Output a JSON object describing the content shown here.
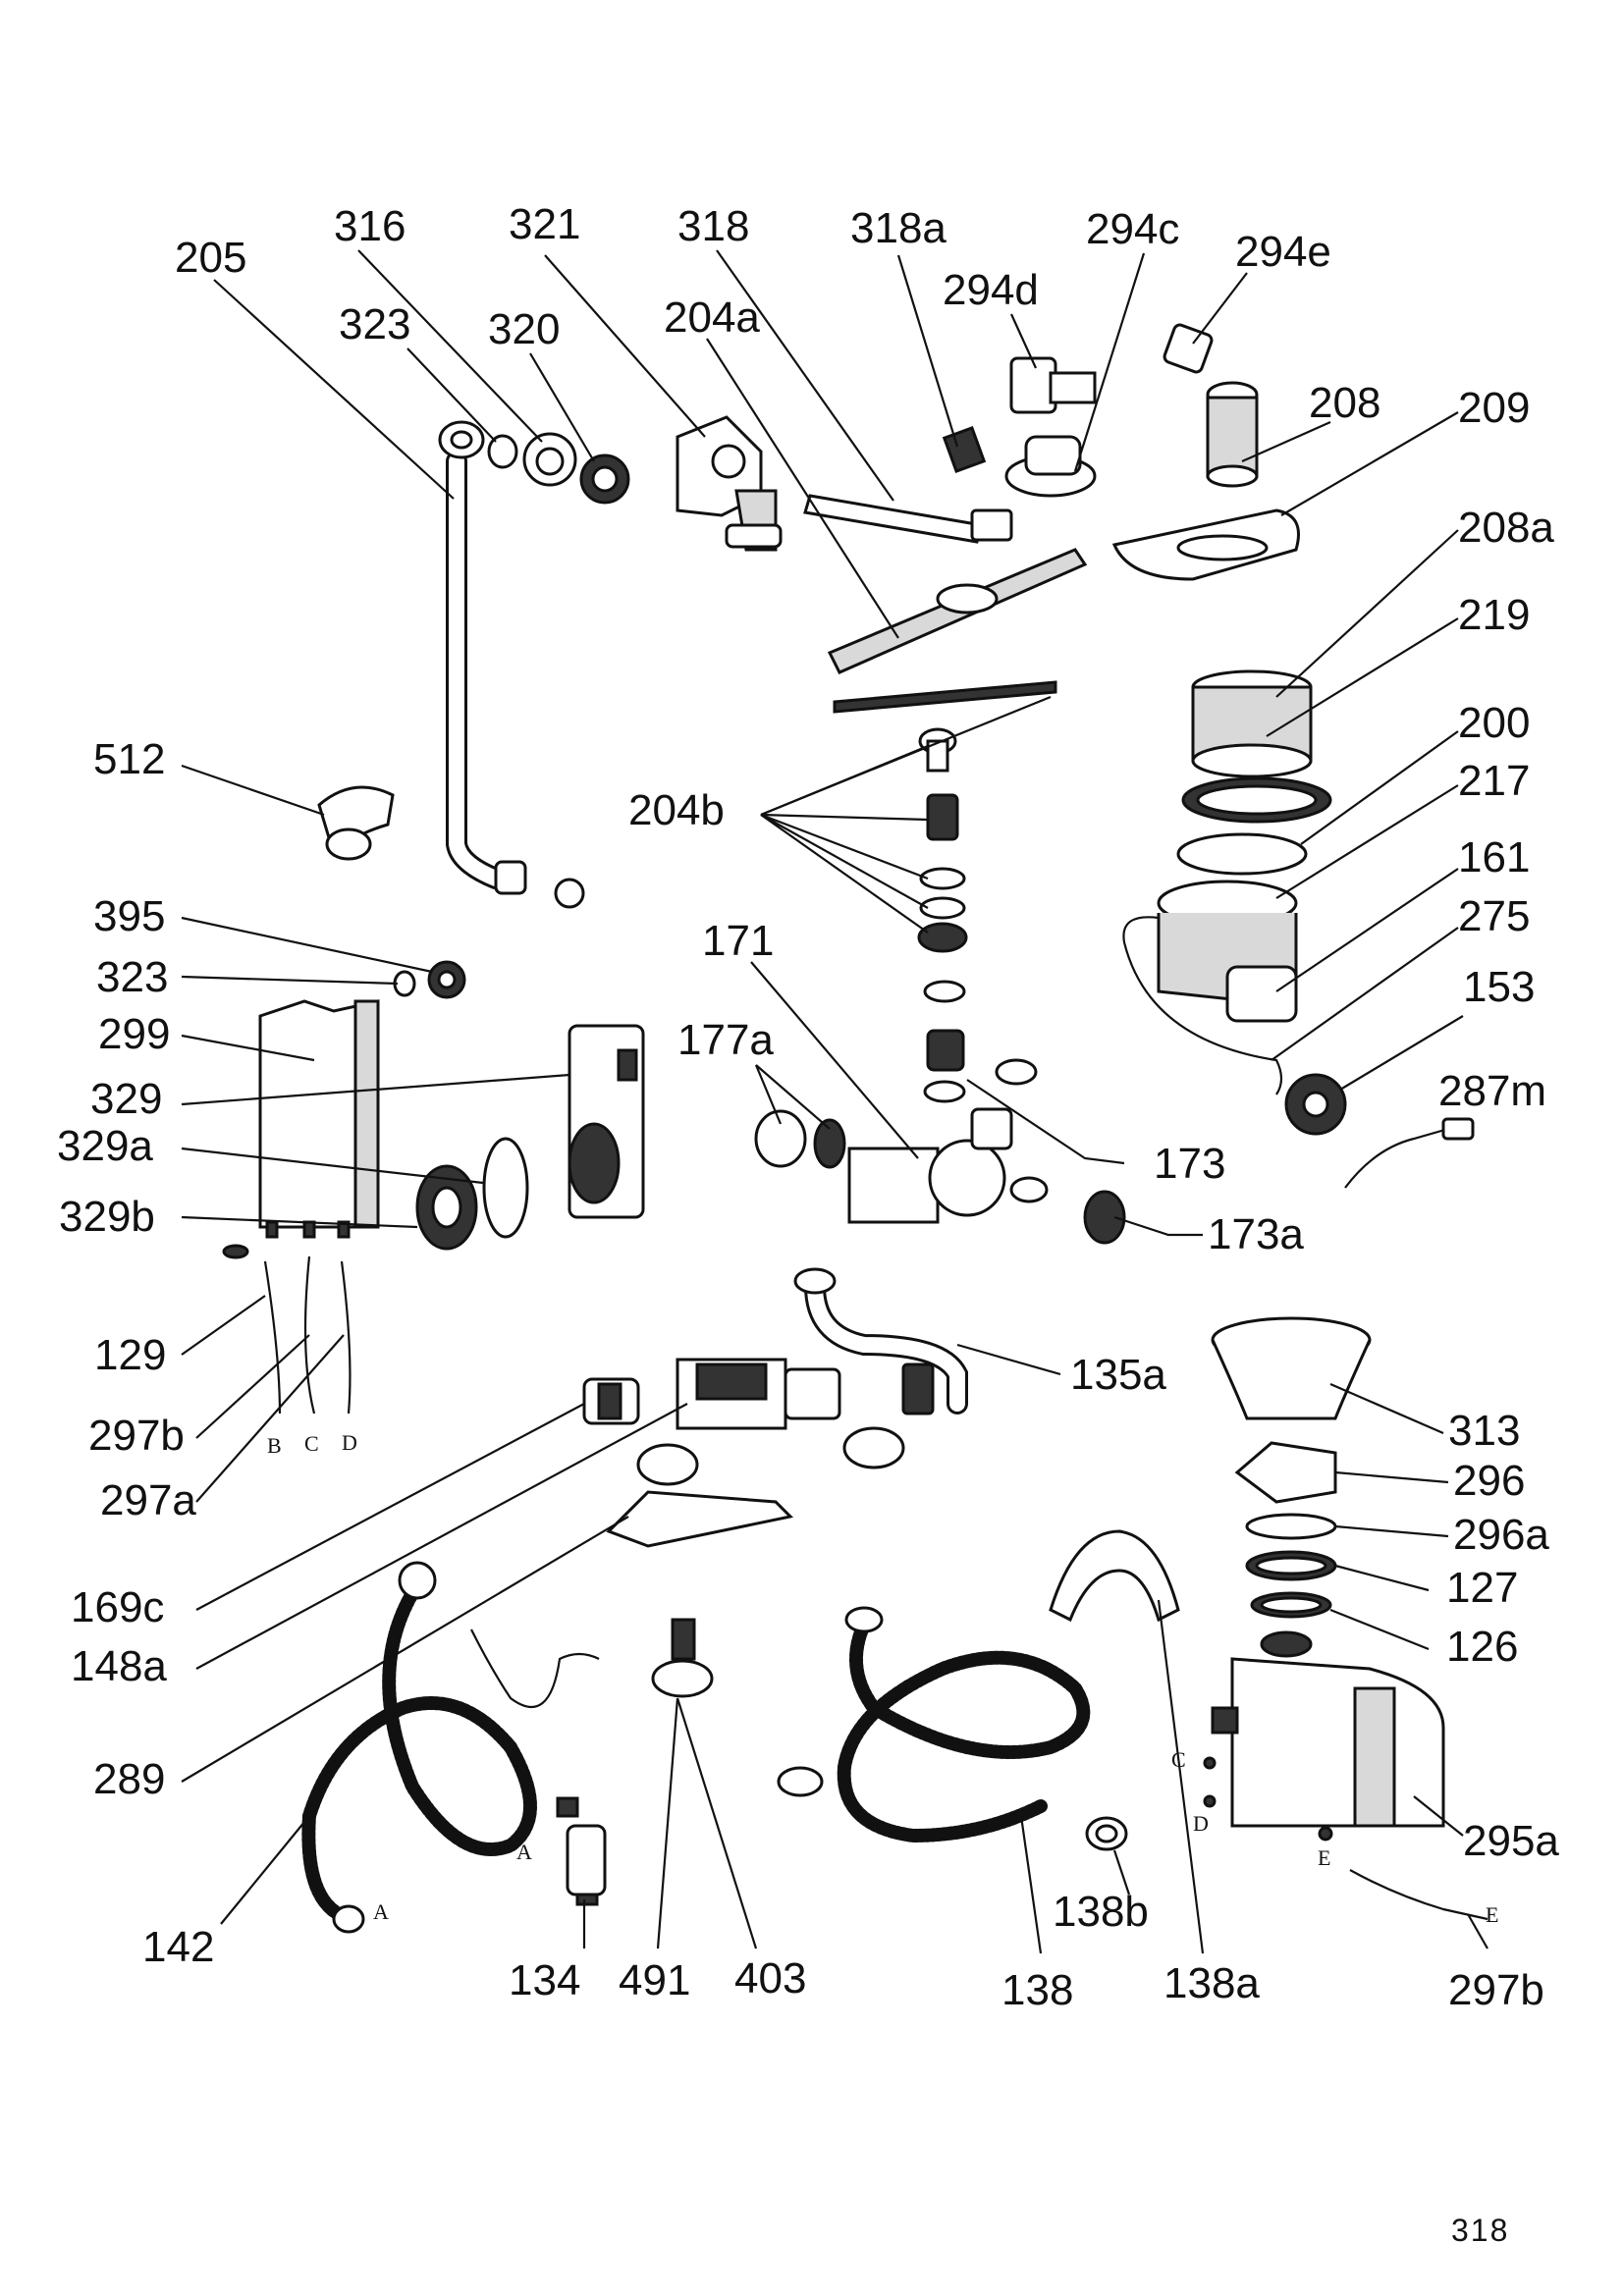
{
  "page_number": "318",
  "callouts": [
    {
      "id": "205",
      "text": "205"
    },
    {
      "id": "316",
      "text": "316"
    },
    {
      "id": "321",
      "text": "321"
    },
    {
      "id": "318",
      "text": "318"
    },
    {
      "id": "318a",
      "text": "318a"
    },
    {
      "id": "294c",
      "text": "294c"
    },
    {
      "id": "294e",
      "text": "294e"
    },
    {
      "id": "323top",
      "text": "323"
    },
    {
      "id": "320",
      "text": "320"
    },
    {
      "id": "204a",
      "text": "204a"
    },
    {
      "id": "294d",
      "text": "294d"
    },
    {
      "id": "208",
      "text": "208"
    },
    {
      "id": "209",
      "text": "209"
    },
    {
      "id": "208a",
      "text": "208a"
    },
    {
      "id": "219",
      "text": "219"
    },
    {
      "id": "200",
      "text": "200"
    },
    {
      "id": "217",
      "text": "217"
    },
    {
      "id": "512",
      "text": "512"
    },
    {
      "id": "204b",
      "text": "204b"
    },
    {
      "id": "161",
      "text": "161"
    },
    {
      "id": "275",
      "text": "275"
    },
    {
      "id": "395",
      "text": "395"
    },
    {
      "id": "171",
      "text": "171"
    },
    {
      "id": "153",
      "text": "153"
    },
    {
      "id": "323mid",
      "text": "323"
    },
    {
      "id": "299",
      "text": "299"
    },
    {
      "id": "177a",
      "text": "177a"
    },
    {
      "id": "287m",
      "text": "287m"
    },
    {
      "id": "329",
      "text": "329"
    },
    {
      "id": "329a",
      "text": "329a"
    },
    {
      "id": "173",
      "text": "173"
    },
    {
      "id": "329b",
      "text": "329b"
    },
    {
      "id": "173a",
      "text": "173a"
    },
    {
      "id": "129",
      "text": "129"
    },
    {
      "id": "135a",
      "text": "135a"
    },
    {
      "id": "297b_left",
      "text": "297b"
    },
    {
      "id": "313",
      "text": "313"
    },
    {
      "id": "297a",
      "text": "297a"
    },
    {
      "id": "296",
      "text": "296"
    },
    {
      "id": "296a",
      "text": "296a"
    },
    {
      "id": "169c",
      "text": "169c"
    },
    {
      "id": "127",
      "text": "127"
    },
    {
      "id": "148a",
      "text": "148a"
    },
    {
      "id": "126",
      "text": "126"
    },
    {
      "id": "289",
      "text": "289"
    },
    {
      "id": "295a",
      "text": "295a"
    },
    {
      "id": "142",
      "text": "142"
    },
    {
      "id": "138b",
      "text": "138b"
    },
    {
      "id": "134",
      "text": "134"
    },
    {
      "id": "491",
      "text": "491"
    },
    {
      "id": "403",
      "text": "403"
    },
    {
      "id": "138",
      "text": "138"
    },
    {
      "id": "138a",
      "text": "138a"
    },
    {
      "id": "297b_right",
      "text": "297b"
    }
  ],
  "connector_letters": {
    "b": "B",
    "c": "C",
    "d": "D",
    "a1": "A",
    "a2": "A",
    "c2": "C",
    "d2": "D",
    "e1": "E",
    "e2": "E"
  }
}
